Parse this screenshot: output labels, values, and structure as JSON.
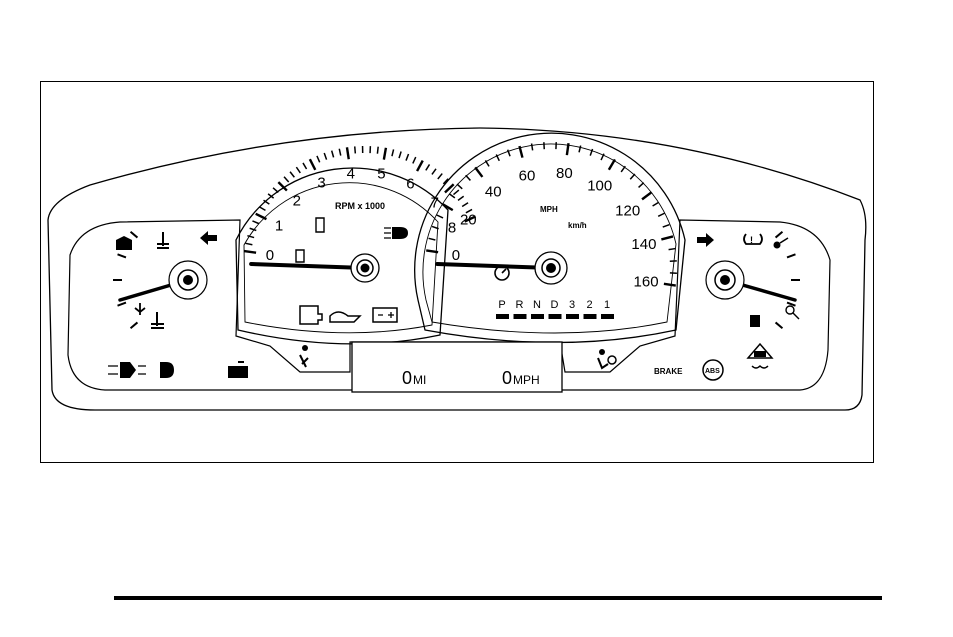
{
  "tachometer": {
    "ticks": [
      "0",
      "1",
      "2",
      "3",
      "4",
      "5",
      "6",
      "7",
      "8"
    ],
    "unit_label": "RPM x 1000",
    "needle_value": 0
  },
  "speedometer": {
    "ticks": [
      "0",
      "20",
      "40",
      "60",
      "80",
      "100",
      "120",
      "140",
      "160"
    ],
    "unit_mph": "MPH",
    "unit_kmh": "km/h",
    "needle_value": 0
  },
  "prndl": [
    "P",
    "R",
    "N",
    "D",
    "3",
    "2",
    "1"
  ],
  "odometer": {
    "miles_value": "0",
    "miles_unit": "MI",
    "speed_value": "0",
    "speed_unit": "MPH"
  },
  "brake_label": "BRAKE",
  "abs_label": "ABS",
  "icons": [
    "fuel-low-icon",
    "coolant-temp-icon",
    "left-turn-signal-icon",
    "cold-temp-icon",
    "traction-control-icon",
    "check-engine-icon",
    "oil-pressure-icon",
    "battery-icon",
    "headlamp-icon",
    "cruise-control-icon",
    "right-turn-signal-icon",
    "tire-pressure-icon",
    "fuel-gauge-icon",
    "fuel-door-icon",
    "low-fuel-icon",
    "security-icon",
    "fog-lamp-icon",
    "parking-lamp-icon",
    "seatbelt-icon",
    "airbag-icon",
    "abs-icon",
    "stability-icon"
  ]
}
